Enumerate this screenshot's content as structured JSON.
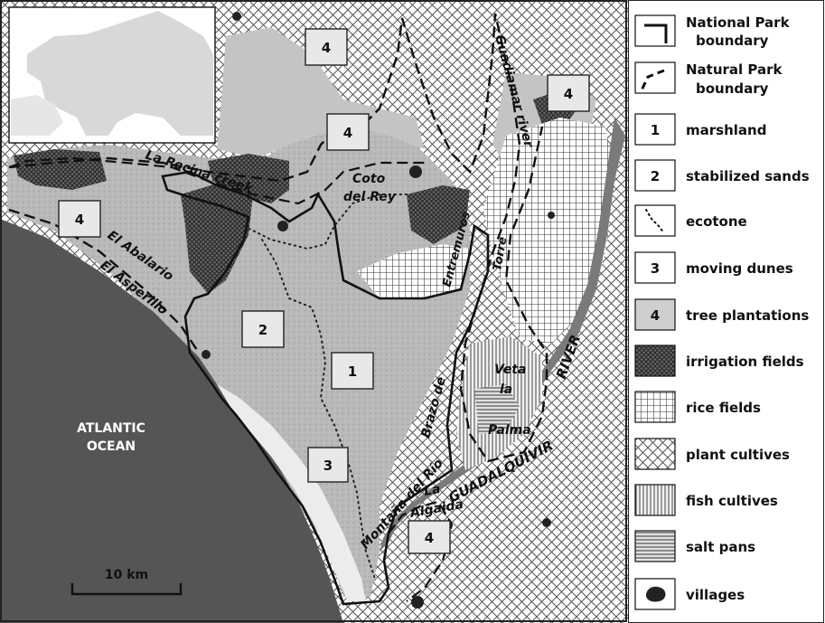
{
  "map": {
    "labels": {
      "atlantic_ocean_1": "ATLANTIC",
      "atlantic_ocean_2": "OCEAN",
      "la_rocina_creek": "La Rocina creek",
      "el_abalario": "El Abalario",
      "el_asperillo": "El Asperillo",
      "coto_del_rey_1": "Coto",
      "coto_del_rey_2": "del Rey",
      "guadiamar_river": "Guadiamar river",
      "brazo_de_la_torre_1": "Entremuros",
      "brazo_de_la_torre_2": "Torre",
      "brazo_de": "Brazo de",
      "veta_la_palma_1": "Veta",
      "veta_la_palma_2": "la",
      "veta_la_palma_3": "Palma",
      "guadalquivir_river_1": "GUADALQUIVIR",
      "guadalquivir_river_2": "RIVER",
      "montana_del_rio": "Montaña del Río",
      "la_algaida_1": "La",
      "la_algaida_2": "Algaida"
    },
    "zones": {
      "z1": "1",
      "z2": "2",
      "z3": "3",
      "z4a": "4",
      "z4b": "4",
      "z4c": "4",
      "z4d": "4",
      "z4e": "4"
    },
    "scale_bar": "10 km"
  },
  "legend": {
    "items": [
      {
        "label_1": "National Park",
        "label_2": "boundary"
      },
      {
        "label_1": "Natural Park",
        "label_2": "boundary"
      },
      {
        "code": "1",
        "label": "marshland"
      },
      {
        "code": "2",
        "label": "stabilized sands"
      },
      {
        "label": "ecotone"
      },
      {
        "code": "3",
        "label": "moving dunes"
      },
      {
        "code": "4",
        "label": "tree plantations"
      },
      {
        "label": "irrigation fields"
      },
      {
        "label": "rice fields"
      },
      {
        "label": "plant cultives"
      },
      {
        "label": "fish cultives"
      },
      {
        "label": "salt pans"
      },
      {
        "label": "villages"
      }
    ]
  },
  "colors": {
    "ocean": "#555555",
    "land": "#b5b5b5",
    "marsh": "#bdbdbd",
    "sands": "#a8a8a8",
    "dunes": "#ececec",
    "plantation": "#c9c9c9"
  }
}
